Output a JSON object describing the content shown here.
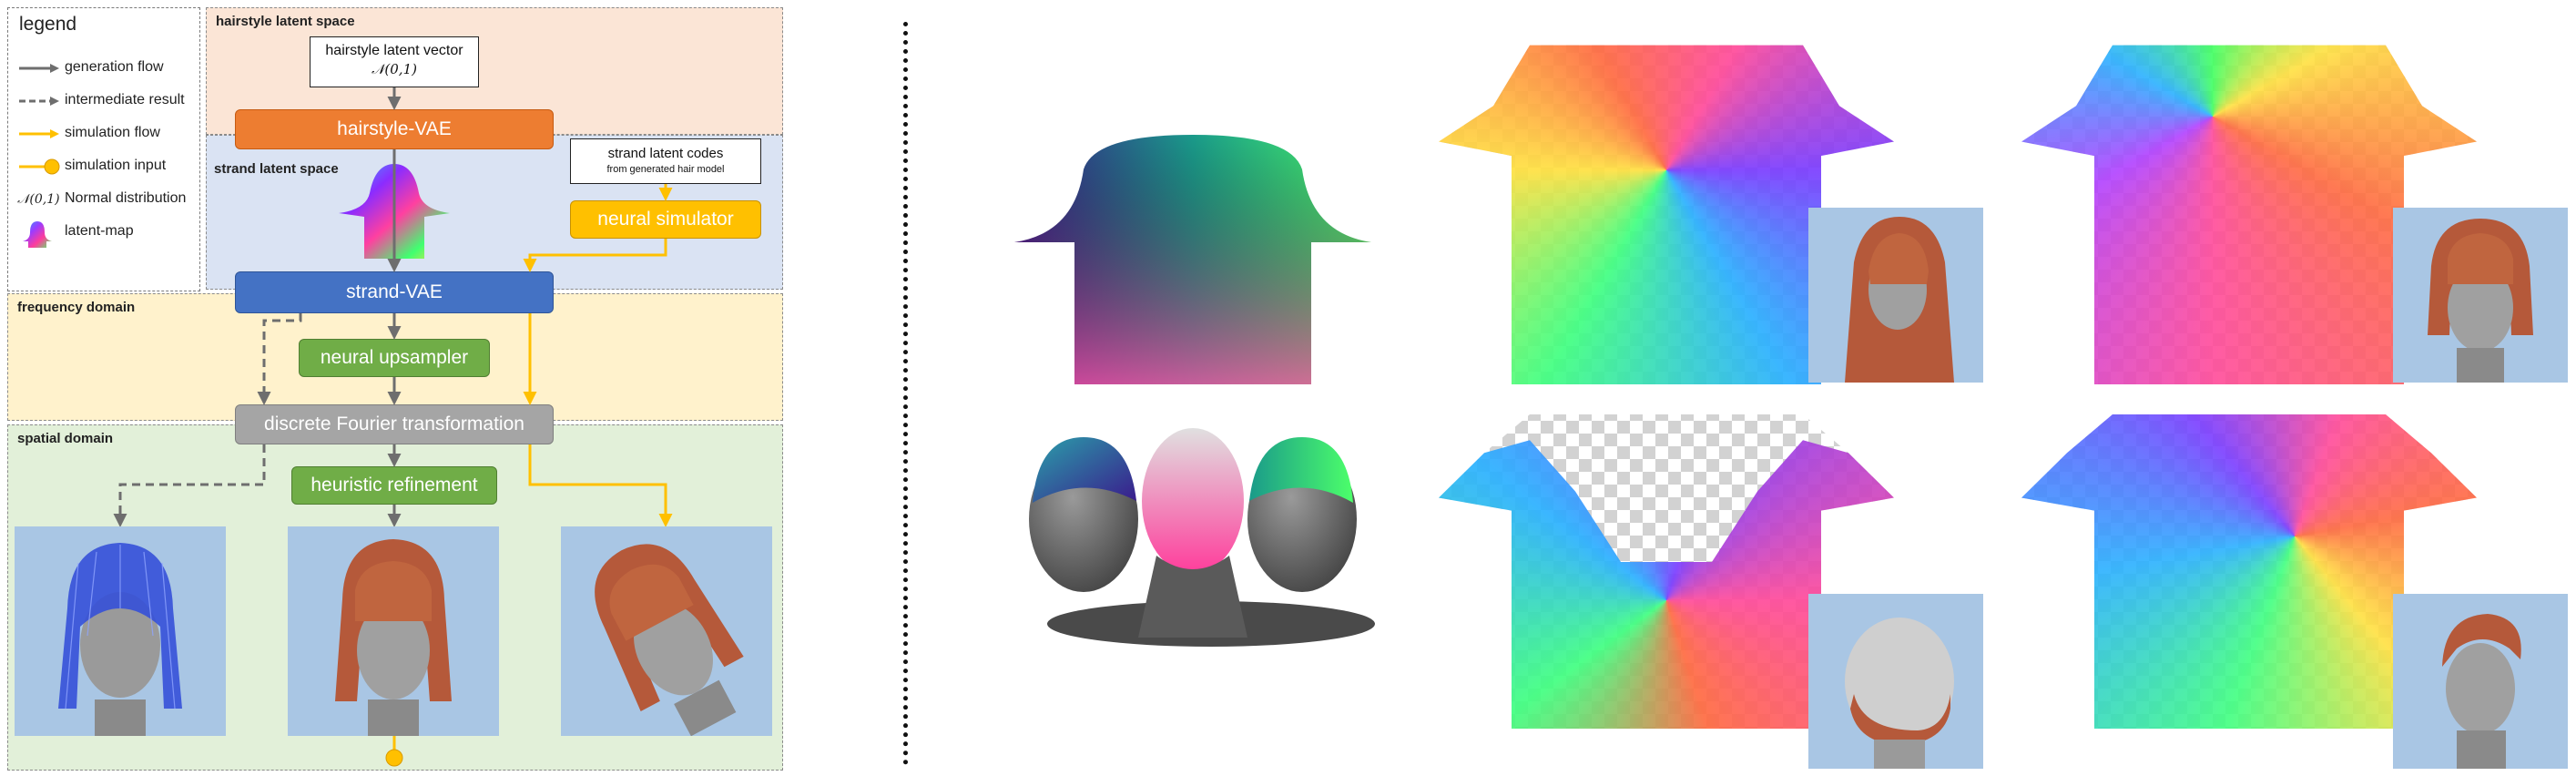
{
  "legend": {
    "title": "legend",
    "items": [
      {
        "label": "generation flow",
        "kind": "solid-arrow"
      },
      {
        "label": "intermediate result",
        "kind": "dashed-arrow"
      },
      {
        "label": "simulation flow",
        "kind": "yellow-arrow"
      },
      {
        "label": "simulation input",
        "kind": "yellow-dot"
      },
      {
        "label": "Normal distribution",
        "symbol": "𝒩(0,1)",
        "kind": "math"
      },
      {
        "label": "latent-map",
        "kind": "latent-map-icon"
      }
    ]
  },
  "regions": {
    "hairstyle_latent_space": "hairstyle latent space",
    "strand_latent_space": "strand latent space",
    "frequency_domain": "frequency domain",
    "spatial_domain": "spatial domain"
  },
  "boxes": {
    "latent_vector_line1": "hairstyle latent vector",
    "latent_vector_line2": "𝒩(0,1)",
    "strand_codes_line1": "strand latent codes",
    "strand_codes_line2": "from generated hair model"
  },
  "nodes": {
    "hairstyle_vae": "hairstyle-VAE",
    "neural_simulator": "neural simulator",
    "strand_vae": "strand-VAE",
    "neural_upsampler": "neural upsampler",
    "dft": "discrete Fourier transformation",
    "heuristic_refinement": "heuristic refinement"
  },
  "colors": {
    "orange": "#ed7d31",
    "yellow": "#ffc000",
    "blue": "#4472c4",
    "green": "#70ad47",
    "gray": "#a5a5a5",
    "hairstyle_bg": "#fbe5d6",
    "strand_bg": "#dae3f3",
    "frequency_bg": "#fff2cc",
    "spatial_bg": "#e2f0d9",
    "photo_bg": "#a9c6e4",
    "hair": "#b5593a"
  }
}
